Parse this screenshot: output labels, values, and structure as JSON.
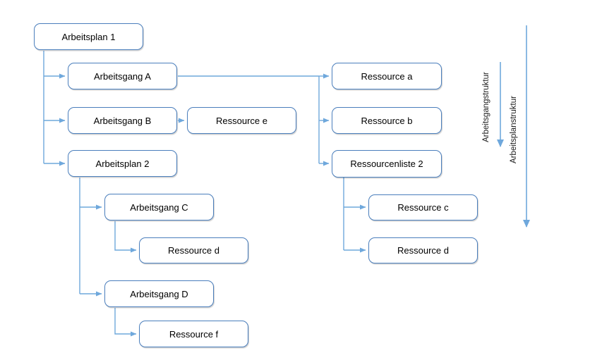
{
  "diagram": {
    "nodes": {
      "arbeitsplan_1": "Arbeitsplan 1",
      "arbeitsgang_a": "Arbeitsgang A",
      "arbeitsgang_b": "Arbeitsgang B",
      "ressource_e": "Ressource e",
      "arbeitsplan_2": "Arbeitsplan 2",
      "arbeitsgang_c": "Arbeitsgang C",
      "ressource_d_left": "Ressource d",
      "arbeitsgang_d": "Arbeitsgang D",
      "ressource_f": "Ressource f",
      "ressource_a": "Ressource a",
      "ressource_b": "Ressource b",
      "ressourcenliste_2": "Ressourcenliste 2",
      "ressource_c": "Ressource c",
      "ressource_d_right": "Ressource d"
    },
    "annotations": {
      "arbeitsgangstruktur": "Arbeitsgangstruktur",
      "arbeitsplanstruktur": "Arbeitsplanstruktur"
    },
    "colors": {
      "connector": "#6fa8dc",
      "node_border": "#4a7ebc",
      "node_fill": "#ffffff",
      "text": "#000000",
      "background": "#ffffff"
    }
  }
}
